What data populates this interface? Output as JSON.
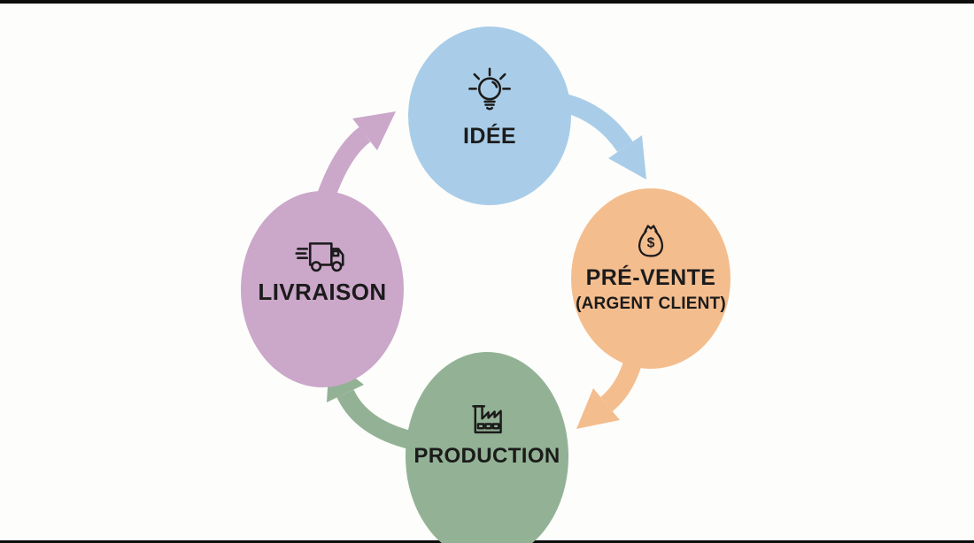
{
  "diagram": {
    "background_color": "#FDFDFB",
    "letterbox_color": "#0D0D0D",
    "text_color": "#1B1B1B",
    "nodes": {
      "idee": {
        "label": "IDÉE",
        "icon": "lightbulb-icon",
        "color": "#A9CDE8"
      },
      "prevente": {
        "label": "PRÉ-VENTE",
        "sublabel": "(ARGENT CLIENT)",
        "currency_symbol": "$",
        "icon": "money-bag-icon",
        "color": "#F4BD8E"
      },
      "production": {
        "label": "PRODUCTION",
        "icon": "factory-icon",
        "color": "#93B295"
      },
      "livraison": {
        "label": "LIVRAISON",
        "icon": "truck-icon",
        "color": "#CBA7CA"
      }
    },
    "arrows": {
      "idee_to_prevente": {
        "from": "idee",
        "to": "prevente",
        "color": "#A9CDE8"
      },
      "prevente_to_production": {
        "from": "prevente",
        "to": "production",
        "color": "#F4BD8E"
      },
      "production_to_livraison": {
        "from": "production",
        "to": "livraison",
        "color": "#93B295"
      },
      "livraison_to_idee": {
        "from": "livraison",
        "to": "idee",
        "color": "#CBA7CA"
      }
    }
  }
}
